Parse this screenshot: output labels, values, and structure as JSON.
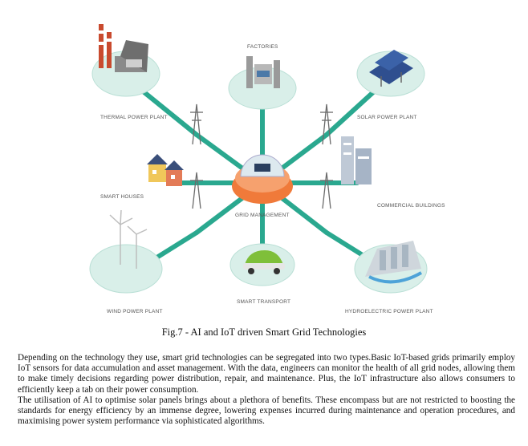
{
  "figure": {
    "labels": {
      "thermal": "THERMAL POWER PLANT",
      "factories": "FACTORIES",
      "solar": "SOLAR POWER PLANT",
      "houses": "SMART HOUSES",
      "grid": "GRID MANAGEMENT",
      "commercial": "COMMERCIAL BUILDINGS",
      "wind": "WIND POWER PLANT",
      "transport": "SMART TRANSPORT",
      "hydro": "HYDROELECTRIC POWER PLANT"
    },
    "colors": {
      "link": "#2aa88f",
      "platform": "#d9efe9",
      "platform_edge": "#b9dfd5",
      "hub": "#f07a3a",
      "pylon": "#6b6b6b"
    }
  },
  "caption": "Fig.7 - AI and IoT driven Smart Grid Technologies",
  "paragraphs": [
    "Depending on the technology they use, smart grid technologies can be segregated into two types.Basic IoT-based grids primarily employ IoT sensors for data accumulation and asset management. With the data, engineers can monitor the health of all grid nodes, allowing them to make timely decisions regarding power distribution, repair, and maintenance. Plus, the IoT infrastructure also allows consumers to efficiently keep a tab on their power consumption.",
    "The utilisation of AI to optimise solar panels brings about a plethora of benefits. These encompass but are not restricted to boosting the standards for energy efficiency by an immense degree, lowering expenses incurred during maintenance and operation procedures, and maximising power system performance via sophisticated algorithms."
  ]
}
